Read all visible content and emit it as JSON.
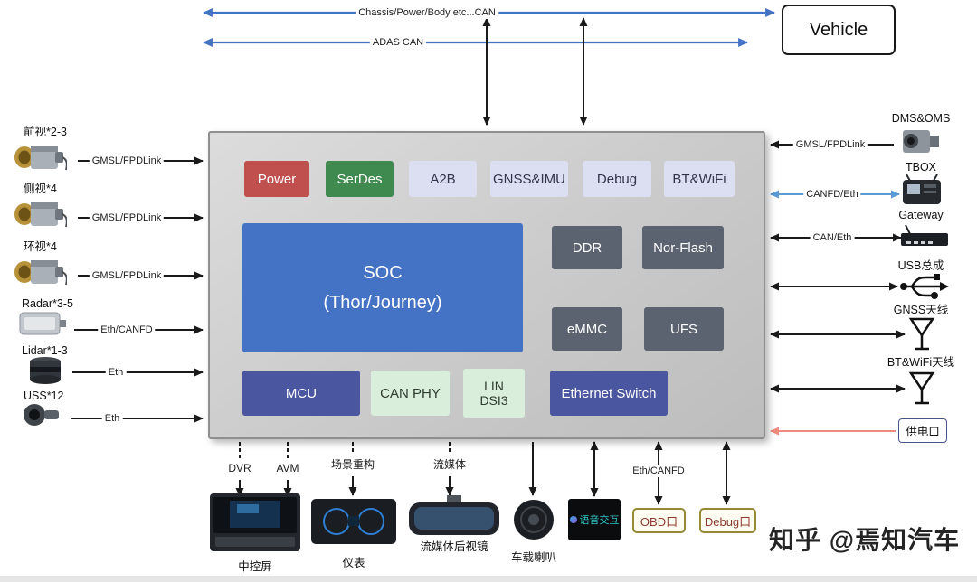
{
  "watermark": "知乎 @焉知汽车",
  "top": {
    "bus1_label": "Chassis/Power/Body etc...CAN",
    "bus2_label": "ADAS CAN",
    "vehicle_label": "Vehicle"
  },
  "controller": {
    "power": "Power",
    "serdes": "SerDes",
    "a2b": "A2B",
    "gnss_imu": "GNSS&IMU",
    "debug": "Debug",
    "bt_wifi": "BT&WiFi",
    "soc_line1": "SOC",
    "soc_line2": "(Thor/Journey)",
    "ddr": "DDR",
    "nor_flash": "Nor-Flash",
    "emmc": "eMMC",
    "ufs": "UFS",
    "mcu": "MCU",
    "can_phy": "CAN PHY",
    "lin": "LIN",
    "dsi3": "DSI3",
    "eth_switch": "Ethernet Switch"
  },
  "left": {
    "items": [
      {
        "label": "前视*2-3",
        "bus": "GMSL/FPDLink"
      },
      {
        "label": "侧视*4",
        "bus": "GMSL/FPDLink"
      },
      {
        "label": "环视*4",
        "bus": "GMSL/FPDLink"
      },
      {
        "label": "Radar*3-5",
        "bus": "Eth/CANFD"
      },
      {
        "label": "Lidar*1-3",
        "bus": "Eth"
      },
      {
        "label": "USS*12",
        "bus": "Eth"
      }
    ]
  },
  "right": {
    "dms_label": "DMS&OMS",
    "dms_bus": "GMSL/FPDLink",
    "tbox_label": "TBOX",
    "tbox_bus": "CANFD/Eth",
    "gateway_label": "Gateway",
    "gateway_bus": "CAN/Eth",
    "usb_label": "USB总成",
    "gnss_ant_label": "GNSS天线",
    "bt_ant_label": "BT&WiFi天线",
    "power_port_label": "供电口"
  },
  "bottom": {
    "dvr": "DVR",
    "avm": "AVM",
    "scene_recon": "场景重构",
    "stream": "流媒体",
    "center_screen": "中控屏",
    "cluster": "仪表",
    "stream_mirror": "流媒体后视镜",
    "speaker": "车载喇叭",
    "voice": "语音交互",
    "eth_canfd": "Eth/CANFD",
    "obd": "OBD口",
    "debug_port": "Debug口"
  }
}
